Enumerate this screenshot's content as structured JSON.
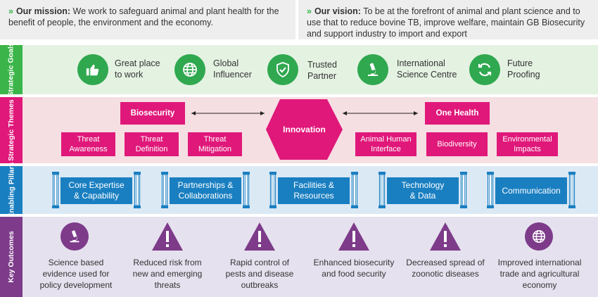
{
  "header": {
    "mission_label": "Our mission:",
    "mission_text": "We work to safeguard animal and plant health for the benefit of people, the environment and the economy.",
    "vision_label": "Our vision:",
    "vision_text": "To be at the forefront of animal and plant science and to use that to reduce bovine TB, improve welfare, maintain GB Biosecurity and support industry to import and export",
    "chevron": "»"
  },
  "sections": {
    "goals": "Strategic Goals",
    "themes": "Strategic Themes",
    "pillars": "Enabling Pillars",
    "outcomes": "Key Outcomes"
  },
  "goals": [
    {
      "icon": "thumbs-up-icon",
      "line1": "Great place",
      "line2": "to work"
    },
    {
      "icon": "globe-icon",
      "line1": "Global",
      "line2": "Influencer"
    },
    {
      "icon": "shield-check-icon",
      "line1": "Trusted",
      "line2": "Partner"
    },
    {
      "icon": "microscope-icon",
      "line1": "International",
      "line2": "Science Centre"
    },
    {
      "icon": "refresh-icon",
      "line1": "Future",
      "line2": "Proofing"
    }
  ],
  "themes": {
    "biosecurity": "Biosecurity",
    "one_health": "One Health",
    "innovation": "Innovation",
    "bio_items": [
      [
        "Threat",
        "Awareness"
      ],
      [
        "Threat",
        "Definition"
      ],
      [
        "Threat",
        "Mitigation"
      ]
    ],
    "oh_items": [
      [
        "Animal Human",
        "Interface"
      ],
      [
        "Biodiversity",
        ""
      ],
      [
        "Environmental",
        "Impacts"
      ]
    ]
  },
  "pillars": [
    [
      "Core Expertise",
      "& Capability"
    ],
    [
      "Partnerships &",
      "Collaborations"
    ],
    [
      "Facilities &",
      "Resources"
    ],
    [
      "Technology",
      "& Data"
    ],
    [
      "Communication",
      ""
    ]
  ],
  "outcomes": [
    {
      "icon": "microscope-icon",
      "lines": [
        "Science based",
        "evidence used for",
        "policy development"
      ]
    },
    {
      "icon": "warning-icon",
      "lines": [
        "Reduced risk from",
        "new and emerging",
        "threats"
      ]
    },
    {
      "icon": "warning-icon",
      "lines": [
        "Rapid control of",
        "pests and disease",
        "outbreaks"
      ]
    },
    {
      "icon": "warning-icon",
      "lines": [
        "Enhanced biosecurity",
        "and food security",
        ""
      ]
    },
    {
      "icon": "warning-icon",
      "lines": [
        "Decreased spread of",
        "zoonotic diseases",
        ""
      ]
    },
    {
      "icon": "globe-icon",
      "lines": [
        "Improved international",
        "trade and agricultural",
        "economy"
      ]
    }
  ],
  "colors": {
    "goals_band": "#e4f2e2",
    "goals_side": "#3bb54a",
    "themes_band": "#f5dfe3",
    "themes_side": "#e0187a",
    "pillars_band": "#dbe9f5",
    "pillars_side": "#1a7fc1",
    "outcomes_band": "#e6e1ee",
    "outcomes_side": "#7d3b8a"
  }
}
